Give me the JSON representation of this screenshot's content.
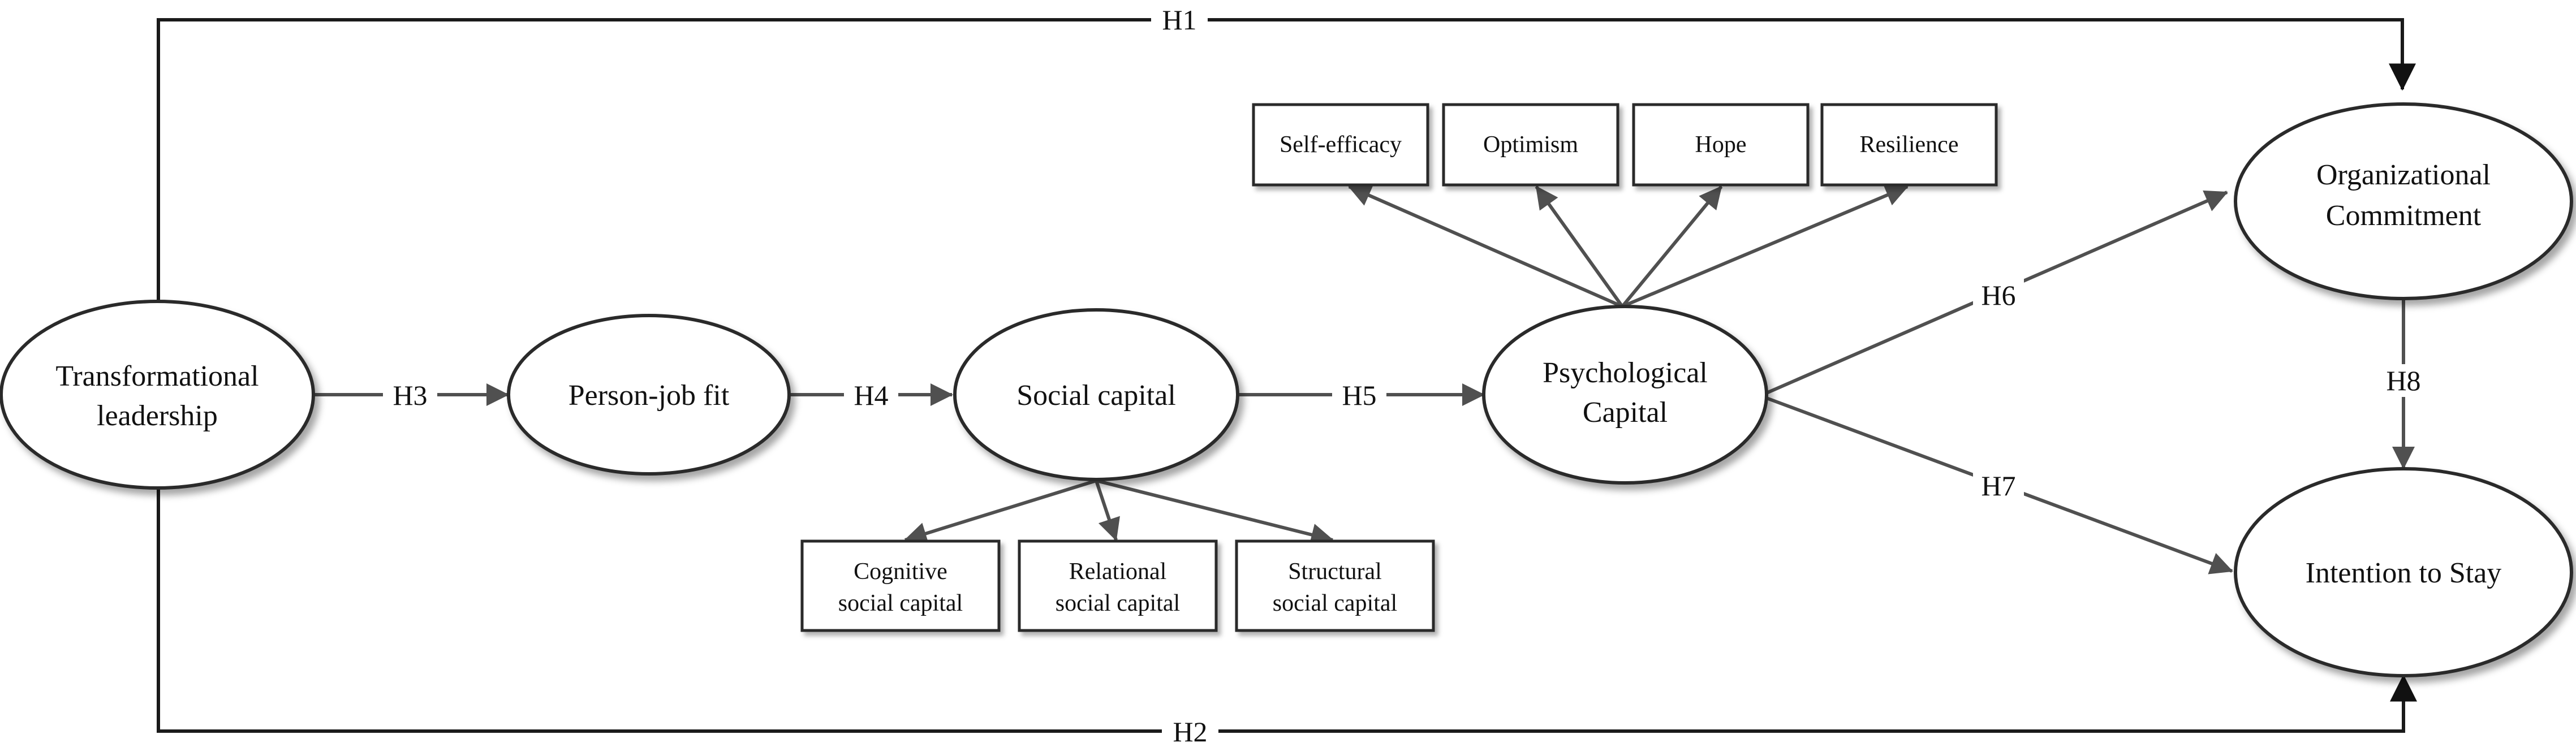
{
  "constructs": {
    "transformational_leadership": [
      "Transformational",
      "leadership"
    ],
    "person_job_fit": [
      "Person-job fit"
    ],
    "social_capital": [
      "Social capital"
    ],
    "psychological_capital": [
      "Psychological",
      "Capital"
    ],
    "organizational_commitment": [
      "Organizational",
      "Commitment"
    ],
    "intention_to_stay": [
      "Intention to Stay"
    ]
  },
  "psychological_capital_dimensions": [
    [
      "Self-efficacy"
    ],
    [
      "Optimism"
    ],
    [
      "Hope"
    ],
    [
      "Resilience"
    ]
  ],
  "social_capital_dimensions": [
    [
      "Cognitive",
      "social capital"
    ],
    [
      "Relational",
      "social capital"
    ],
    [
      "Structural",
      "social capital"
    ]
  ],
  "hypotheses": {
    "h1": "H1",
    "h2": "H2",
    "h3": "H3",
    "h4": "H4",
    "h5": "H5",
    "h6": "H6",
    "h7": "H7",
    "h8": "H8"
  }
}
